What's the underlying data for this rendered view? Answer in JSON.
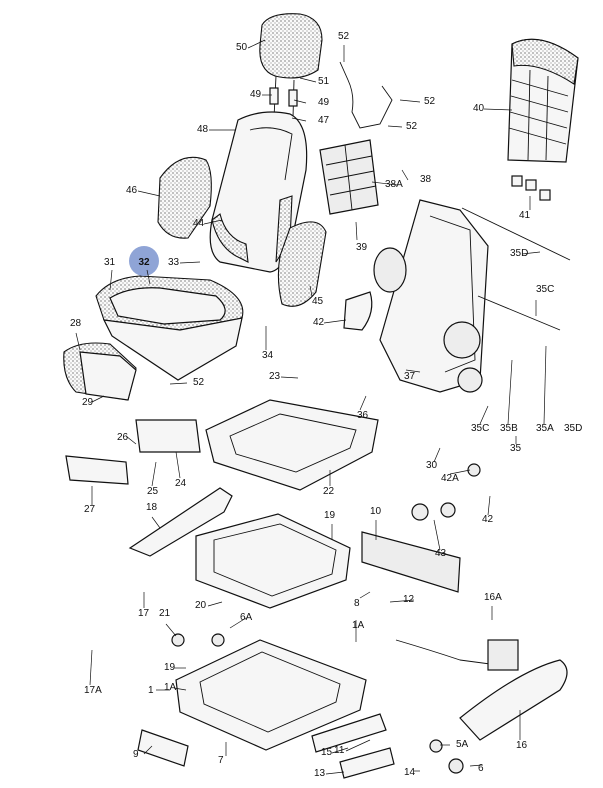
{
  "diagram": {
    "highlight_color": "#8fa4d6",
    "highlighted_label": "32",
    "labels": [
      "50",
      "51",
      "49",
      "49",
      "47",
      "52",
      "52",
      "52",
      "48",
      "46",
      "44",
      "40",
      "38A",
      "38",
      "41",
      "39",
      "35D",
      "33",
      "31",
      "32",
      "45",
      "42",
      "35C",
      "28",
      "34",
      "23",
      "37",
      "52",
      "29",
      "36",
      "35C",
      "35B",
      "35A",
      "35D",
      "35",
      "26",
      "25",
      "24",
      "30",
      "22",
      "42A",
      "27",
      "18",
      "42",
      "19",
      "10",
      "43",
      "17",
      "20",
      "21",
      "6A",
      "8",
      "12",
      "16A",
      "17A",
      "1A",
      "19",
      "1",
      "1A",
      "11",
      "16",
      "7",
      "9",
      "15",
      "5A",
      "14",
      "6",
      "13"
    ]
  }
}
